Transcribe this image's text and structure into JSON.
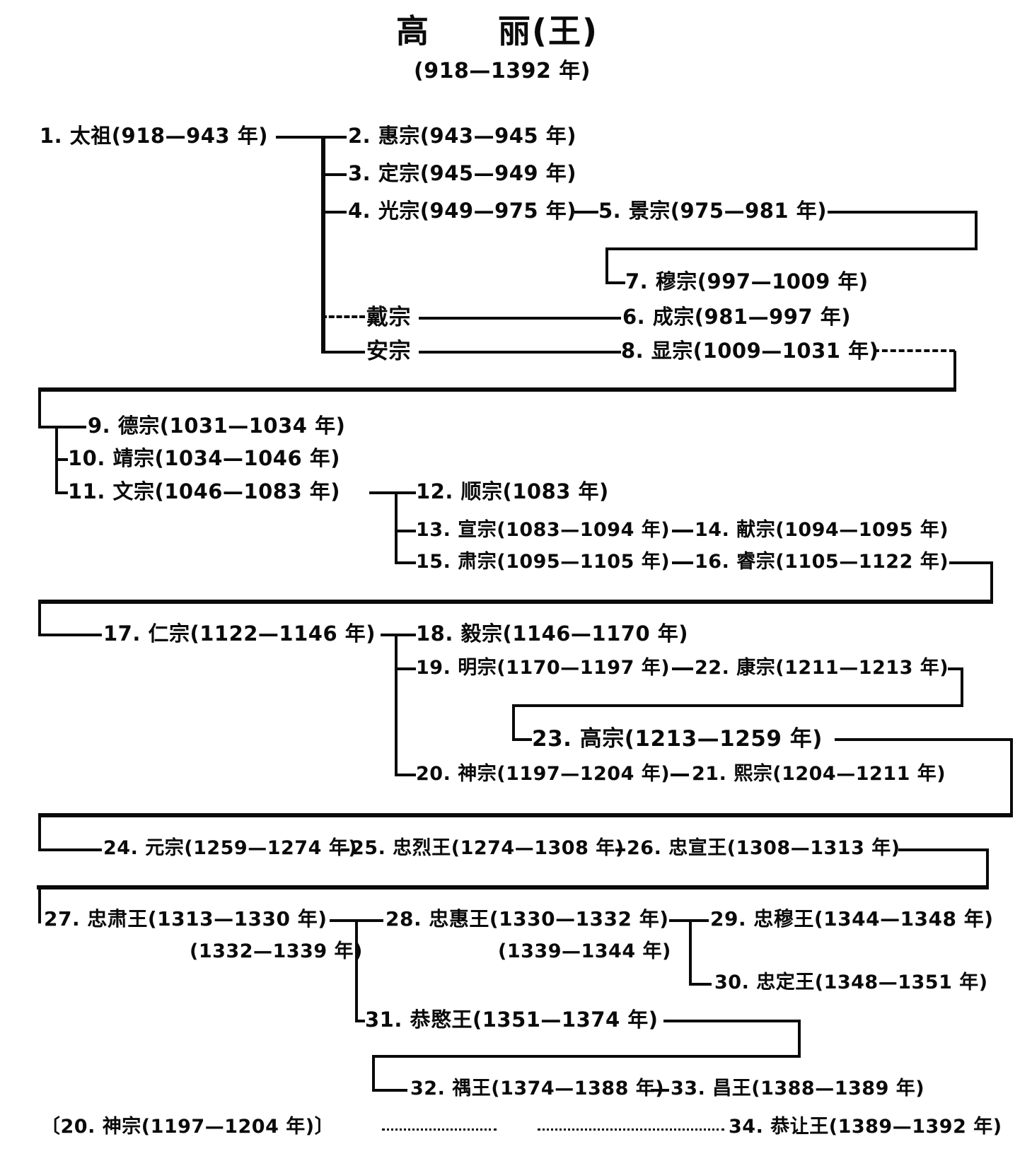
{
  "title": "高　　丽(王)",
  "subtitle": "(918—1392 年)",
  "nodes": {
    "n1": {
      "label": "1. 太祖(918—943 年)"
    },
    "n2": {
      "label": "2. 惠宗(943—945 年)"
    },
    "n3": {
      "label": "3. 定宗(945—949 年)"
    },
    "n4": {
      "label": "4. 光宗(949—975 年)"
    },
    "n5": {
      "label": "5. 景宗(975—981 年)"
    },
    "n6": {
      "label": "6. 成宗(981—997 年)"
    },
    "n7": {
      "label": "7. 穆宗(997—1009 年)"
    },
    "dai": {
      "label": "戴宗"
    },
    "an": {
      "label": "安宗"
    },
    "n8": {
      "label": "8. 显宗(1009—1031 年)"
    },
    "n9": {
      "label": "9. 德宗(1031—1034 年)"
    },
    "n10": {
      "label": "10. 靖宗(1034—1046 年)"
    },
    "n11": {
      "label": "11. 文宗(1046—1083 年)"
    },
    "n12": {
      "label": "12. 顺宗(1083 年)"
    },
    "n13": {
      "label": "13. 宣宗(1083—1094 年)"
    },
    "n14": {
      "label": "14. 献宗(1094—1095 年)"
    },
    "n15": {
      "label": "15. 肃宗(1095—1105 年)"
    },
    "n16": {
      "label": "16. 睿宗(1105—1122 年)"
    },
    "n17": {
      "label": "17. 仁宗(1122—1146 年)"
    },
    "n18": {
      "label": "18. 毅宗(1146—1170 年)"
    },
    "n19": {
      "label": "19. 明宗(1170—1197 年)"
    },
    "n20": {
      "label": "20. 神宗(1197—1204 年)"
    },
    "n21": {
      "label": "21. 熙宗(1204—1211 年)"
    },
    "n22": {
      "label": "22. 康宗(1211—1213 年)"
    },
    "n23": {
      "label": "23. 高宗(1213—1259 年)"
    },
    "n24": {
      "label": "24. 元宗(1259—1274 年)"
    },
    "n25": {
      "label": "25. 忠烈王(1274—1308 年)"
    },
    "n26": {
      "label": "26. 忠宣王(1308—1313 年)"
    },
    "n27": {
      "label": "27. 忠肃王(1313—1330 年)"
    },
    "n27b": {
      "label": "(1332—1339 年)"
    },
    "n28": {
      "label": "28. 忠惠王(1330—1332 年)"
    },
    "n28b": {
      "label": "(1339—1344 年)"
    },
    "n29": {
      "label": "29. 忠穆王(1344—1348 年)"
    },
    "n30": {
      "label": "30. 忠定王(1348—1351 年)"
    },
    "n31": {
      "label": "31. 恭愍王(1351—1374 年)"
    },
    "n32": {
      "label": "32. 禑王(1374—1388 年)"
    },
    "n33": {
      "label": "33. 昌王(1388—1389 年)"
    },
    "n34": {
      "label": "34. 恭让王(1389—1392 年)"
    },
    "n20b": {
      "label": "〔20. 神宗(1197—1204 年)〕"
    }
  },
  "colors": {
    "ink": "#0a0a0a",
    "paper": "#ffffff"
  }
}
